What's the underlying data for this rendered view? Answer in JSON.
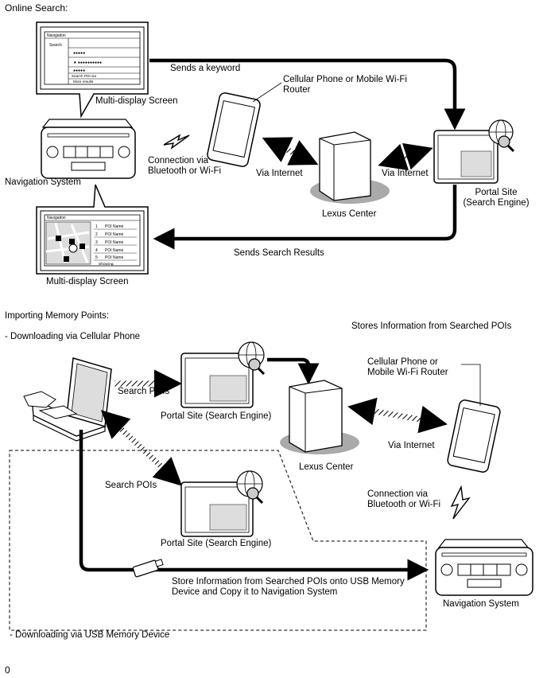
{
  "section_online": {
    "title": "Online Search:",
    "navigation_system": "Navigation System",
    "multi_display_top": "Multi-display Screen",
    "multi_display_bottom": "Multi-display Screen",
    "sends_keyword": "Sends a keyword",
    "cellular_phone": "Cellular Phone or Mobile Wi-Fi Router",
    "connection": "Connection via Bluetooth or Wi-Fi",
    "via_internet_left": "Via Internet",
    "via_internet_right": "Via Internet",
    "lexus_center": "Lexus Center",
    "portal_site": "Portal Site (Search Engine)",
    "sends_results": "Sends Search Results",
    "screen_top": {
      "header": "Navigation",
      "search_label": "Search",
      "rows": [
        "●●●●●",
        "★ ●●●●●●●●●●",
        "●●●●●"
      ],
      "search_poi": "Search POI via",
      "more_results": "More results"
    },
    "screen_bottom": {
      "header": "Navigation",
      "pois": [
        "1",
        "2",
        "3",
        "4",
        "5"
      ],
      "poi_name": "POI Name",
      "showing": "Showing:"
    }
  },
  "section_import": {
    "title": "Importing Memory Points:",
    "subtitle_phone": "- Downloading via Cellular Phone",
    "stores_info": "Stores Information from Searched POIs",
    "search_pois_top": "Search POIs",
    "portal_top": "Portal Site (Search Engine)",
    "cellular_phone": "Cellular Phone or Mobile Wi-Fi Router",
    "lexus_center": "Lexus Center",
    "via_internet": "Via Internet",
    "search_pois_bottom": "Search POIs",
    "portal_bottom": "Portal Site (Search Engine)",
    "connection": "Connection via Bluetooth or Wi-Fi",
    "store_usb": "Store Information from Searched POIs onto USB Memory Device and Copy it to Navigation System",
    "navigation_system": "Navigation System",
    "subtitle_usb": "- Downloading via USB Memory Device"
  },
  "footer": "0"
}
